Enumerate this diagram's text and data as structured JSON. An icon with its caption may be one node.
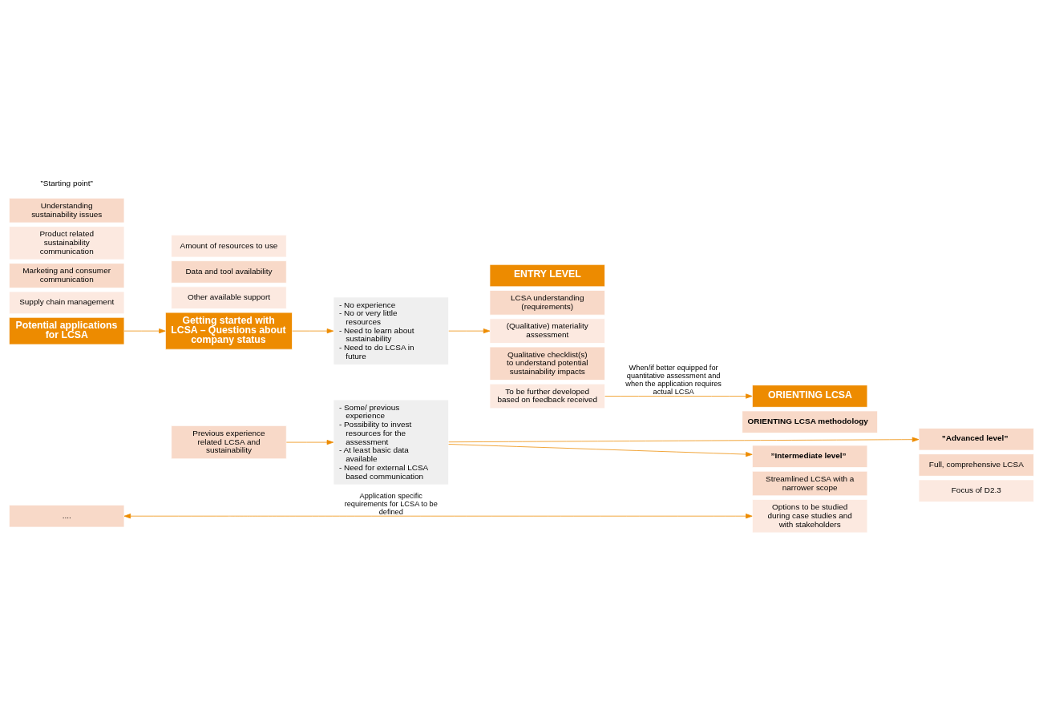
{
  "diagram": {
    "nodes": [
      {
        "text": [
          "Potential applications for LCSA"
        ]
      },
      {
        "text": [
          "Understanding sustainability issues"
        ]
      },
      {
        "text": [
          "Product related sustainability communication"
        ]
      },
      {
        "text": [
          "Marketing and consumer communication"
        ]
      },
      {
        "text": [
          "Supply chain management"
        ]
      },
      {
        "text": [
          "...."
        ]
      },
      {
        "text": [
          "Getting started with LCSA – Questions about company status"
        ]
      },
      {
        "text": [
          "Previous experience related LCSA and sustainability"
        ]
      },
      {
        "text": [
          "Amount of resources to use"
        ]
      },
      {
        "text": [
          "Data and tool availability"
        ]
      },
      {
        "text": [
          "Other available support"
        ]
      },
      {
        "text": [
          "- No experience",
          "- No or very little resources",
          "- Need to learn about sustainability",
          "- Need to do LCSA in future"
        ]
      },
      {
        "text": [
          "- Some/ previous experience",
          "- Possibility to invest resources for the assessment",
          "- At least basic data available",
          "- Need for external LCSA based communication"
        ]
      },
      {
        "text": [
          "ENTRY LEVEL"
        ]
      },
      {
        "text": [
          "LCSA understanding (requirements)"
        ]
      },
      {
        "text": [
          "(Qualitative) materiality assessment"
        ]
      },
      {
        "text": [
          "Qualitative checklist(s) to understand potential sustainability impacts"
        ]
      },
      {
        "text": [
          "To be further developed based on feedback received"
        ]
      },
      {
        "text": [
          "ORIENTING LCSA"
        ]
      },
      {
        "text": [
          "ORIENTING LCSA methodology"
        ]
      },
      {
        "text": [
          "”Intermediate level”"
        ]
      },
      {
        "text": [
          "”Advanced level”"
        ]
      },
      {
        "text": [
          "Streamlined LCSA with a narrower scope"
        ]
      },
      {
        "text": [
          "Full, comprehensive LCSA"
        ]
      },
      {
        "text": [
          "Options to be studied during case studies and with stakeholders"
        ]
      },
      {
        "text": [
          "Focus of D2.3"
        ]
      }
    ],
    "edges": [
      {
        "from": 0,
        "to": 6,
        "arrow": "to"
      },
      {
        "from": 6,
        "to": 11,
        "arrow": "to"
      },
      {
        "from": 7,
        "to": 12,
        "arrow": "to"
      },
      {
        "from": 11,
        "to": 15,
        "arrow": "to"
      },
      {
        "from": 17,
        "to": 18,
        "arrow": "to",
        "label": "When/if better equipped for quantitative assessment and when the application requires actual LCSA"
      },
      {
        "from": 12,
        "to": 20,
        "arrow": "to"
      },
      {
        "from": 12,
        "to": 21,
        "arrow": "to"
      },
      {
        "from": 5,
        "to": 24,
        "arrow": "both",
        "label": "Application specific requirements for LCSA to be defined"
      }
    ],
    "labels": [
      "”Starting point”"
    ]
  }
}
